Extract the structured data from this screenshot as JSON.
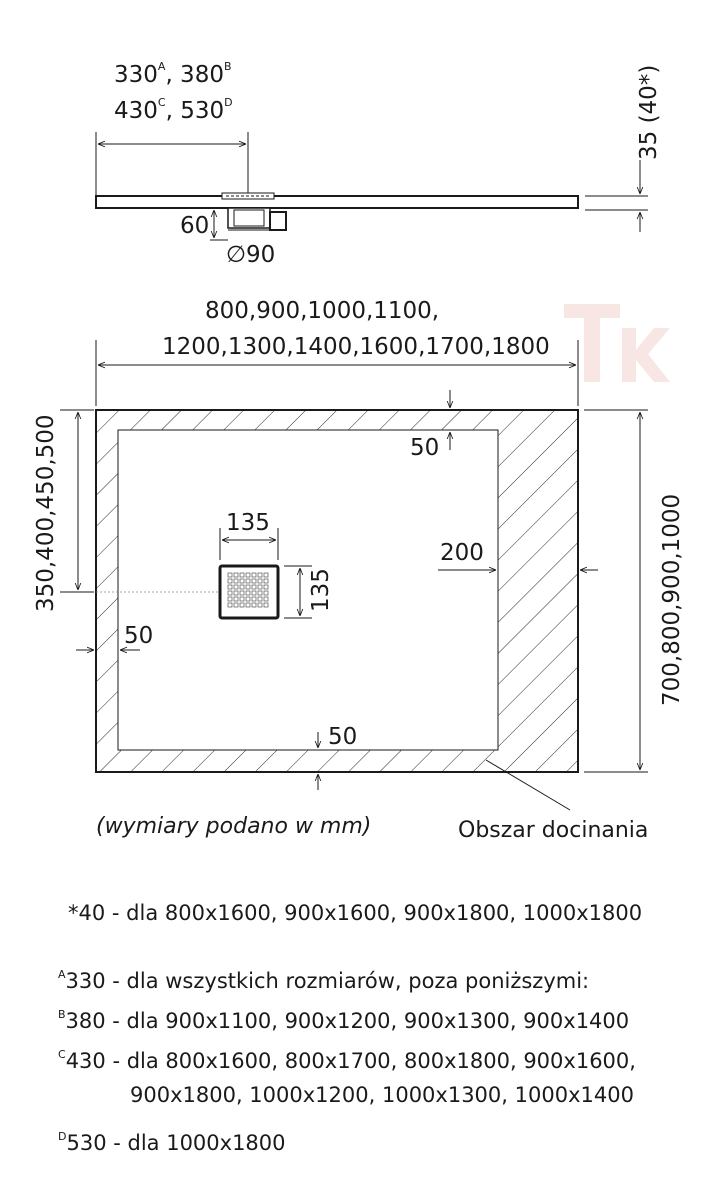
{
  "top_view": {
    "drain_offset": {
      "line1": [
        "330",
        "A",
        ", 380",
        "B"
      ],
      "line2": [
        "430",
        "C",
        ", 530",
        "D"
      ]
    },
    "thickness": "35 (40*)",
    "drain_height": "60",
    "drain_diameter": "∅90"
  },
  "plan_view": {
    "length_line1": "800,900,1000,1100,",
    "length_line2": "1200,1300,1400,1600,1700,1800",
    "width": "700,800,900,1000",
    "drain_position": "350,400,450,500",
    "grate_width": "135",
    "grate_height": "135",
    "trim_right": "200",
    "trim_top": "50",
    "trim_left": "50",
    "trim_bottom": "50",
    "units_note": "(wymiary podano w mm)",
    "cut_area_label": "Obszar docinania"
  },
  "notes": {
    "star": "*40 - dla 800x1600, 900x1600, 900x1800, 1000x1800",
    "a_mark": "A",
    "a_text": "330 - dla wszystkich rozmiarów, poza poniższymi:",
    "b_mark": "B",
    "b_text": "380 - dla 900x1100, 900x1200, 900x1300, 900x1400",
    "c_mark": "C",
    "c_text": "430 - dla 800x1600, 800x1700, 800x1800, 900x1600,",
    "c_text2": "900x1800, 1000x1200, 1000x1300, 1000x1400",
    "d_mark": "D",
    "d_text": "530 - dla 1000x1800"
  }
}
